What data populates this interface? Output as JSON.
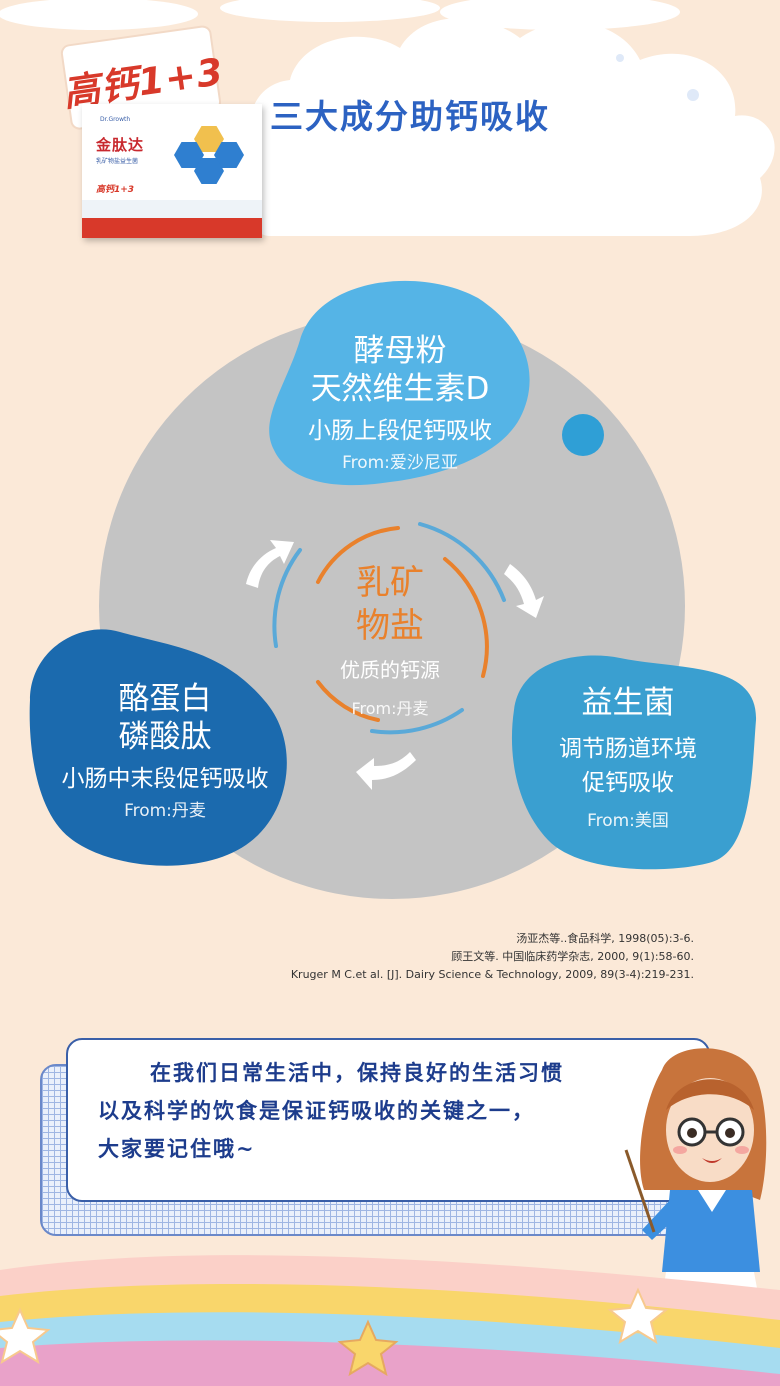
{
  "header": {
    "logo_text": "高钙1+3",
    "title": "三大成分助钙吸收",
    "product": {
      "brand": "Dr.Growth",
      "name": "金肽达",
      "subtitle": "乳矿物盐益生菌",
      "logo": "高钙1+3"
    }
  },
  "diagram": {
    "yeast": {
      "title1": "酵母粉",
      "title2": "天然维生素D",
      "desc": "小肠上段促钙吸收",
      "from": "From:爱沙尼亚"
    },
    "center": {
      "title1": "乳矿",
      "title2": "物盐",
      "desc": "优质的钙源",
      "from": "From:丹麦"
    },
    "casein": {
      "title1": "酪蛋白",
      "title2": "磷酸肽",
      "desc": "小肠中末段促钙吸收",
      "from": "From:丹麦"
    },
    "probiotic": {
      "title1": "益生菌",
      "desc1": "调节肠道环境",
      "desc2": "促钙吸收",
      "from": "From:美国"
    }
  },
  "references": [
    "汤亚杰等..食品科学, 1998(05):3-6.",
    "顾王文等. 中国临床药学杂志, 2000, 9(1):58-60.",
    "Kruger M C.et al. [J]. Dairy Science & Technology, 2009, 89(3-4):219-231."
  ],
  "note": {
    "line1": "在我们日常生活中，保持良好的生活习惯",
    "line2": "以及科学的饮食是保证钙吸收的关键之一，",
    "line3": "大家要记住哦~"
  },
  "colors": {
    "background": "#fbe9d8",
    "title_blue": "#2c62c2",
    "blob_light": "#55b4e6",
    "blob_dark": "#1b6aae",
    "blob_mid": "#3a9fd0",
    "circle_grey": "#c4c4c4",
    "accent_orange": "#e9812c"
  }
}
